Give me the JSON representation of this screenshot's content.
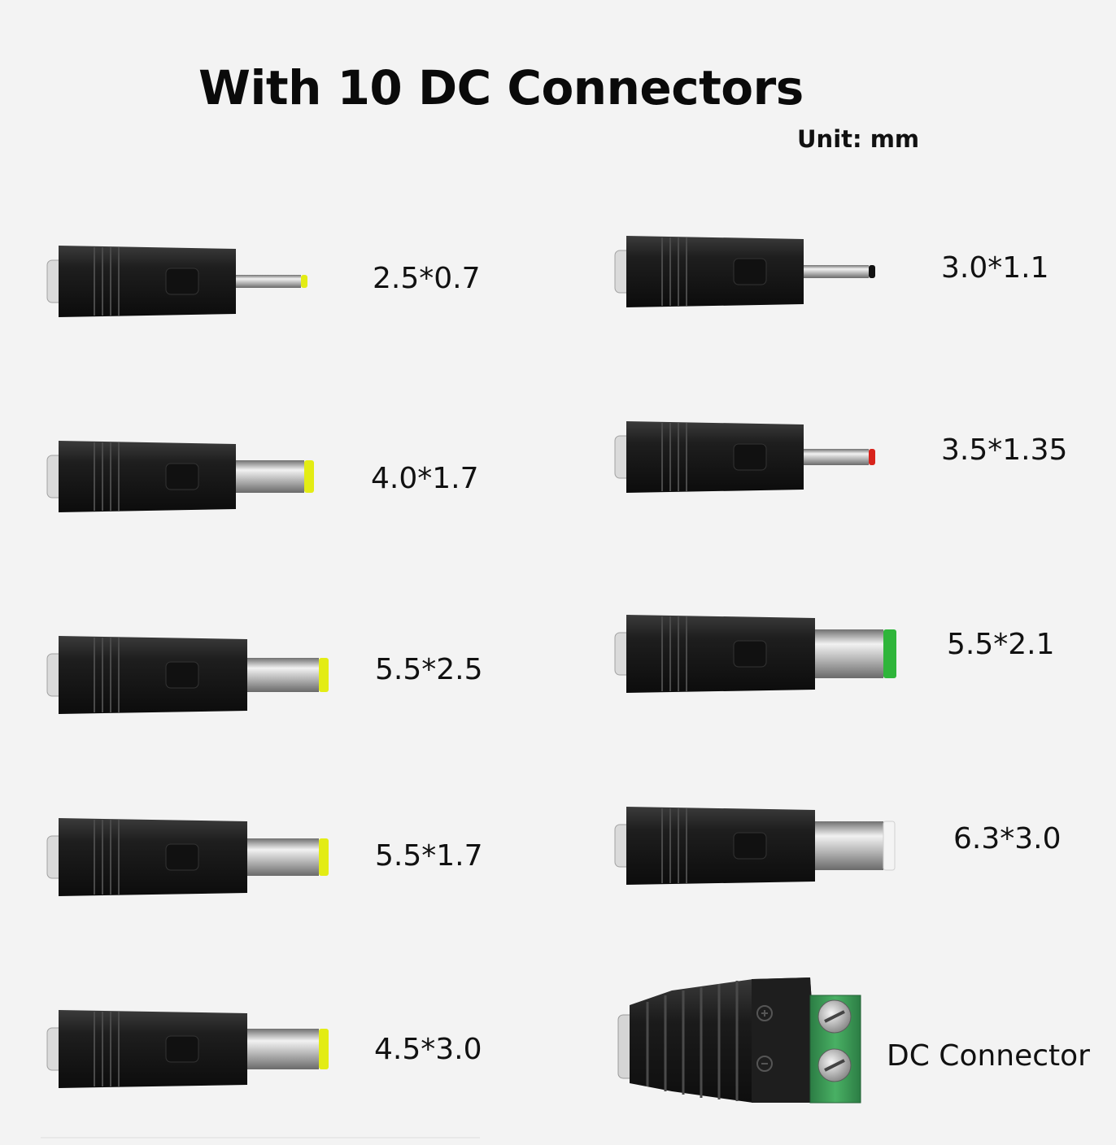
{
  "title": "With 10 DC Connectors",
  "unit_label": "Unit: mm",
  "colors": {
    "body": "#1c1c1c",
    "barrel": "#c8c8c8",
    "yellow_tip": "#e3ec14",
    "red_tip": "#d8231b",
    "green_tip": "#2fb53a",
    "black_tip": "#111111",
    "white_tip": "#f4f4f4",
    "terminal_green": "#3fa05a"
  },
  "connectors": [
    {
      "label": "2.5*0.7",
      "tip_color": "yellow",
      "icon": "dc-plug-icon"
    },
    {
      "label": "4.0*1.7",
      "tip_color": "yellow",
      "icon": "dc-plug-icon"
    },
    {
      "label": "5.5*2.5",
      "tip_color": "yellow",
      "icon": "dc-plug-icon"
    },
    {
      "label": "5.5*1.7",
      "tip_color": "yellow",
      "icon": "dc-plug-icon"
    },
    {
      "label": "4.5*3.0",
      "tip_color": "yellow",
      "icon": "dc-plug-icon"
    },
    {
      "label": "3.0*1.1",
      "tip_color": "black",
      "icon": "dc-plug-icon"
    },
    {
      "label": "3.5*1.35",
      "tip_color": "red",
      "icon": "dc-plug-icon"
    },
    {
      "label": "5.5*2.1",
      "tip_color": "green",
      "icon": "dc-plug-icon"
    },
    {
      "label": "6.3*3.0",
      "tip_color": "white",
      "icon": "dc-plug-icon"
    },
    {
      "label": "DC Connector",
      "tip_color": "green",
      "icon": "screw-terminal-icon"
    }
  ]
}
